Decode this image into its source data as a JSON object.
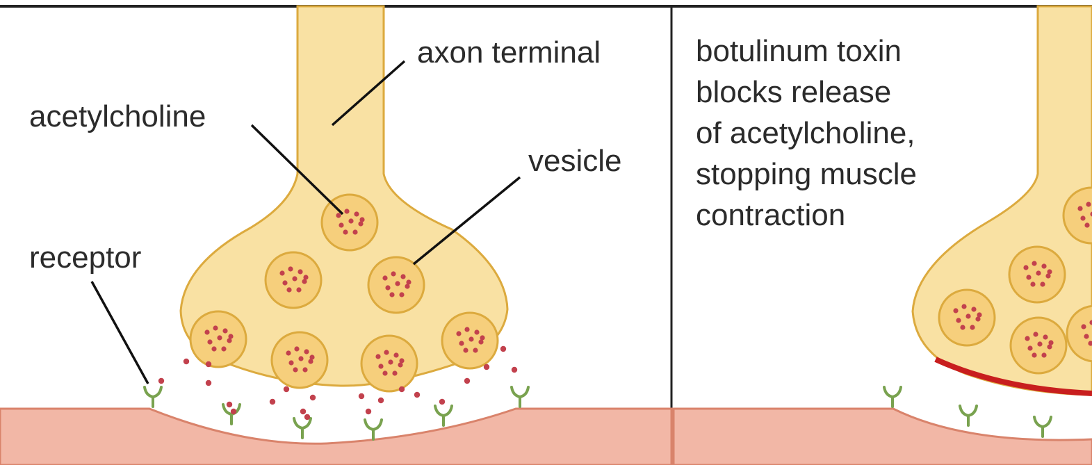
{
  "colors": {
    "terminal_fill": "#f9e1a3",
    "terminal_stroke": "#dcaa3e",
    "vesicle_fill": "#f6cf7c",
    "acetylcholine_dot": "#c2414d",
    "muscle_fill": "#f2b7a6",
    "muscle_edge": "#d9836b",
    "receptor": "#79a24f",
    "leader_line": "#111111",
    "divider": "#222222",
    "toxin_band": "#c81e1e"
  },
  "labels": {
    "axon_terminal": "axon terminal",
    "acetylcholine": "acetylcholine",
    "vesicle": "vesicle",
    "receptor": "receptor"
  },
  "toxin_caption": [
    "botulinum toxin",
    "blocks release",
    "of acetylcholine,",
    "stopping muscle",
    "contraction"
  ]
}
